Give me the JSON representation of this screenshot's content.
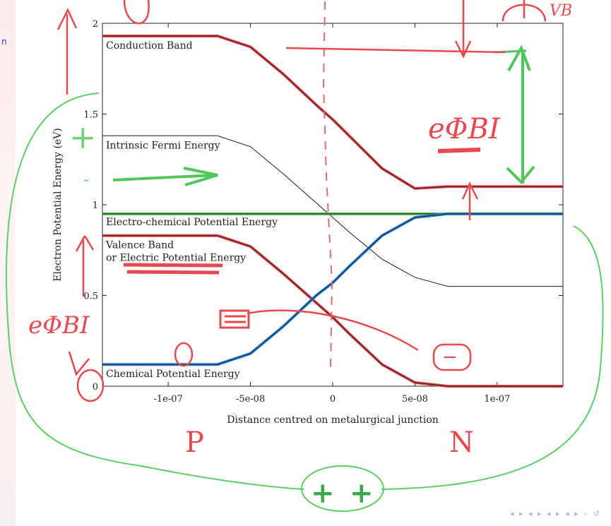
{
  "sidebar": {
    "letter": "n"
  },
  "nav": {
    "symbols": "◂ ▸ ◂ ▸ ◂ ▸ ◂ ▸ ⌕ ↺"
  },
  "colors": {
    "ink_red": "#e8484f",
    "ink_green": "#4fc75a",
    "ink_blue": "#2a85e0",
    "curve": "#1a1a1a"
  },
  "chart_data": {
    "type": "line",
    "xlabel": "Distance centred on metalurgical junction",
    "ylabel": "Electron Potential Energy (eV)",
    "xlim": [
      -1.4e-07,
      1.4e-07
    ],
    "ylim": [
      0,
      2
    ],
    "xticks": [
      {
        "value": -1e-07,
        "label": "-1e-07"
      },
      {
        "value": -5e-08,
        "label": "-5e-08"
      },
      {
        "value": 0,
        "label": "0"
      },
      {
        "value": 5e-08,
        "label": "5e-08"
      },
      {
        "value": 1e-07,
        "label": "1e-07"
      }
    ],
    "yticks": [
      {
        "value": 0,
        "label": "0"
      },
      {
        "value": 0.5,
        "label": "0.5"
      },
      {
        "value": 1,
        "label": "1"
      },
      {
        "value": 1.5,
        "label": "1.5"
      },
      {
        "value": 2,
        "label": "2"
      }
    ],
    "series": [
      {
        "name": "Conduction Band",
        "x": [
          -1.4e-07,
          -7e-08,
          -5e-08,
          -3e-08,
          -1e-08,
          0,
          1e-08,
          3e-08,
          5e-08,
          7e-08,
          1.4e-07
        ],
        "y": [
          1.93,
          1.93,
          1.87,
          1.72,
          1.55,
          1.47,
          1.38,
          1.2,
          1.09,
          1.1,
          1.1
        ]
      },
      {
        "name": "Intrinsic Fermi Energy",
        "x": [
          -1.4e-07,
          -7e-08,
          -5e-08,
          -3e-08,
          -1e-08,
          0,
          1e-08,
          3e-08,
          5e-08,
          7e-08,
          1.4e-07
        ],
        "y": [
          1.38,
          1.38,
          1.32,
          1.17,
          1.01,
          0.93,
          0.85,
          0.7,
          0.6,
          0.55,
          0.55
        ]
      },
      {
        "name": "Electro-chemical Potential Energy",
        "x": [
          -1.4e-07,
          1.4e-07
        ],
        "y": [
          0.95,
          0.95
        ]
      },
      {
        "name": "Valence Band or Electric Potential Energy",
        "x": [
          -1.4e-07,
          -7e-08,
          -5e-08,
          -3e-08,
          -1e-08,
          0,
          1e-08,
          3e-08,
          5e-08,
          7e-08,
          1.4e-07
        ],
        "y": [
          0.83,
          0.83,
          0.77,
          0.62,
          0.46,
          0.38,
          0.29,
          0.12,
          0.02,
          0,
          0
        ]
      },
      {
        "name": "Chemical Potential Energy",
        "x": [
          -1.4e-07,
          -7e-08,
          -5e-08,
          -3e-08,
          -1e-08,
          0,
          1e-08,
          3e-08,
          5e-08,
          7e-08,
          1.4e-07
        ],
        "y": [
          0.12,
          0.12,
          0.18,
          0.33,
          0.5,
          0.57,
          0.66,
          0.83,
          0.93,
          0.95,
          0.95
        ]
      }
    ],
    "annotations": [
      {
        "label": "Conduction Band",
        "x": -1.4e-07,
        "y": 1.93
      },
      {
        "label": "Intrinsic Fermi Energy",
        "x": -1.4e-07,
        "y": 1.38
      },
      {
        "label": "Electro-chemical Potential Energy",
        "x": -1.4e-07,
        "y": 0.95
      },
      {
        "label": "Valence  Band",
        "x": -1.4e-07,
        "y": 0.83
      },
      {
        "label": "or Electric Potential Energy",
        "x": -1.4e-07,
        "y": 0.83
      },
      {
        "label": "Chemical Potential Energy",
        "x": -1.4e-07,
        "y": 0.12
      }
    ]
  },
  "handwriting": {
    "left_label": "eΦBI",
    "right_label": "eΦBI",
    "p_label": "P",
    "n_label": "N",
    "minus_sign": "−",
    "plus_signs": [
      "+",
      "+"
    ],
    "top_right_label": "VB",
    "side_plus": "+",
    "side_minus": "-"
  }
}
